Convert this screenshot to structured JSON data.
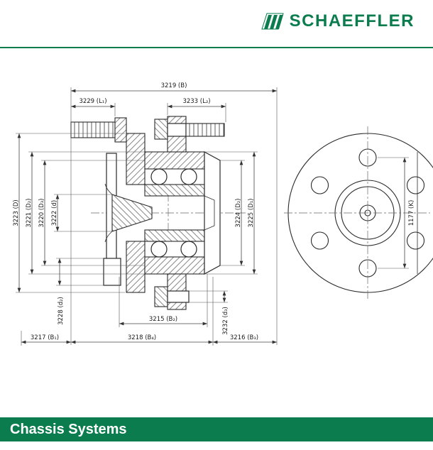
{
  "brand": {
    "name": "SCHAEFFLER"
  },
  "footer": {
    "title": "Chassis Systems"
  },
  "colors": {
    "green": "#0b7c4e"
  },
  "drawing": {
    "description": "wheel bearing hub unit, cross-section and front view",
    "dims": {
      "b": "3219 (B)",
      "l1": "3229 (L₁)",
      "l2": "3233 (L₂)",
      "D": "3223 (D)",
      "D2a": "3221 (D₂)",
      "D3": "3220 (D₃)",
      "d": "3222 (d)",
      "D2b": "3224 (D₂)",
      "D1": "3225 (D₁)",
      "d2": "3228 (d₂)",
      "d3": "3232 (d₃)",
      "B2": "3215 (B₂)",
      "B4": "3218 (B₄)",
      "B1": "3217 (B₁)",
      "B3": "3216 (B₃)",
      "K": "1177 (K)"
    }
  }
}
